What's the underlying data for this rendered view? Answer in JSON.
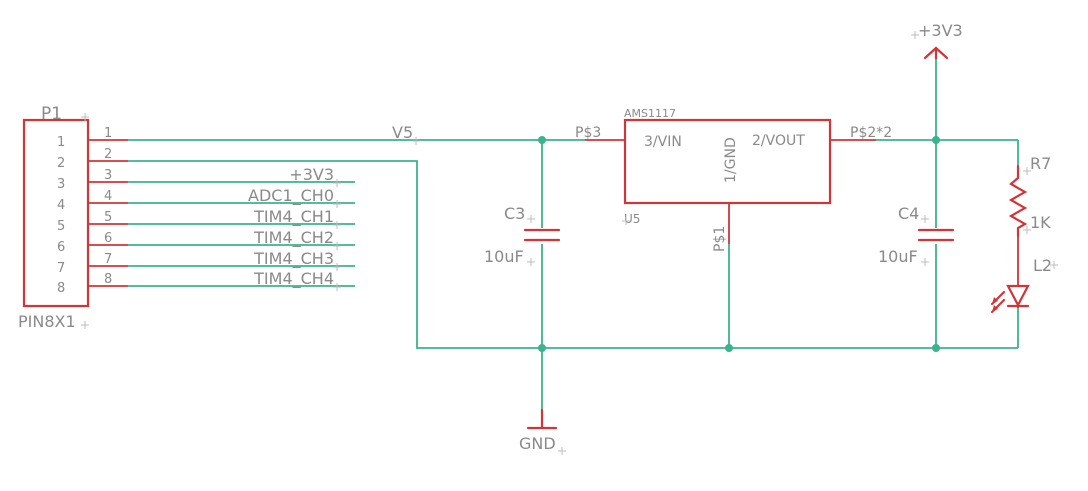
{
  "connector": {
    "name": "P1",
    "value": "PIN8X1",
    "pin_numbers": [
      "1",
      "2",
      "3",
      "4",
      "5",
      "6",
      "7",
      "8"
    ]
  },
  "net_labels": {
    "v5": "V5",
    "p3v3_top": "+3V3",
    "pin3": "+3V3",
    "pin4": "ADC1_CH0",
    "pin5": "TIM4_CH1",
    "pin6": "TIM4_CH2",
    "pin7": "TIM4_CH3",
    "pin8": "TIM4_CH4",
    "gnd": "GND"
  },
  "regulator": {
    "part": "AMS1117",
    "name": "U5",
    "pin_vin": "3/VIN",
    "pin_gnd": "1/GND",
    "pin_vout": "2/VOUT",
    "pad_vin": "P$3",
    "pad_gnd": "P$1",
    "pad_vout": "P$2*2"
  },
  "c3": {
    "name": "C3",
    "value": "10uF"
  },
  "c4": {
    "name": "C4",
    "value": "10uF"
  },
  "r7": {
    "name": "R7",
    "value": "1K"
  },
  "led": {
    "name": "L2"
  },
  "colors": {
    "part": "#d03538",
    "wire": "#3cb38a",
    "text": "#8a8a8a",
    "origin": "#bdbdbd"
  }
}
